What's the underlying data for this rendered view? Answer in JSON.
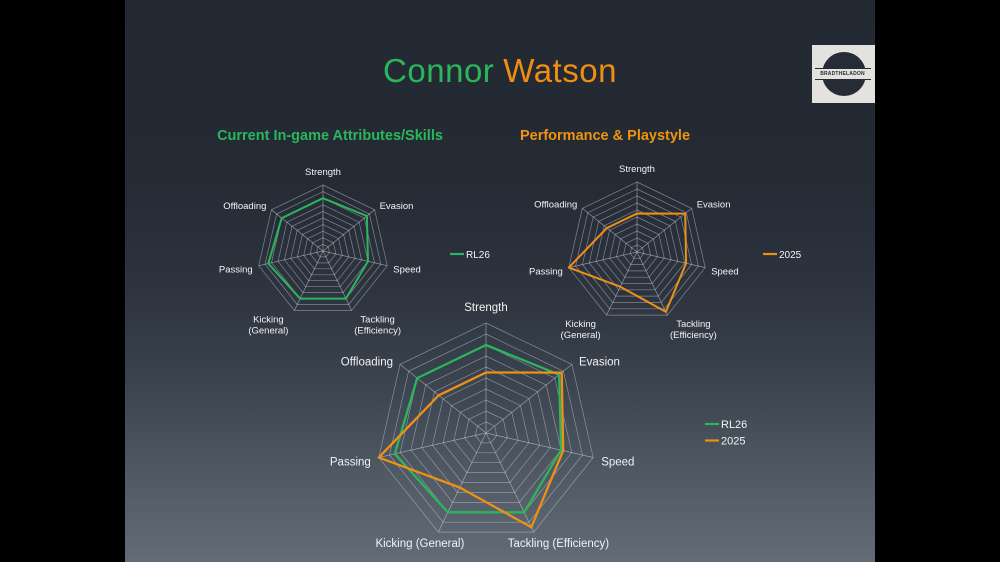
{
  "title": {
    "first": "Connor",
    "last": "Watson"
  },
  "logo": {
    "text": "BRADTHELADON"
  },
  "sections": [
    {
      "title": "Current In-game Attributes/Skills"
    },
    {
      "title": "Performance & Playstyle"
    }
  ],
  "colors": {
    "green": "#2bb55c",
    "orange": "#ee9016",
    "label": "#f2f3f4",
    "grid": "#d4d8dd",
    "background_top": "#232932",
    "background_bottom": "#626c77"
  },
  "chart_data": [
    {
      "type": "radar",
      "title": "Current In-game Attributes/Skills",
      "categories": [
        "Strength",
        "Evasion",
        "Speed",
        "Tackling (Efficiency)",
        "Kicking (General)",
        "Passing",
        "Offloading"
      ],
      "max": 100,
      "rings": 10,
      "grid": true,
      "legend_position": "right",
      "series": [
        {
          "name": "RL26",
          "color": "#2bb55c",
          "values": [
            80,
            85,
            70,
            80,
            80,
            85,
            80
          ]
        }
      ]
    },
    {
      "type": "radar",
      "title": "Performance & Playstyle",
      "categories": [
        "Strength",
        "Evasion",
        "Speed",
        "Tackling (Efficiency)",
        "Kicking (General)",
        "Passing",
        "Offloading"
      ],
      "max": 100,
      "rings": 10,
      "grid": true,
      "legend_position": "right",
      "series": [
        {
          "name": "2025",
          "color": "#ee9016",
          "values": [
            55,
            88,
            72,
            95,
            55,
            100,
            55
          ]
        }
      ]
    },
    {
      "type": "radar",
      "title": "",
      "categories": [
        "Strength",
        "Evasion",
        "Speed",
        "Tackling (Efficiency)",
        "Kicking (General)",
        "Passing",
        "Offloading"
      ],
      "max": 100,
      "rings": 10,
      "grid": true,
      "legend_position": "right",
      "series": [
        {
          "name": "RL26",
          "color": "#2bb55c",
          "values": [
            80,
            85,
            70,
            80,
            80,
            85,
            80
          ]
        },
        {
          "name": "2025",
          "color": "#ee9016",
          "values": [
            55,
            88,
            72,
            95,
            55,
            100,
            55
          ]
        }
      ]
    }
  ]
}
